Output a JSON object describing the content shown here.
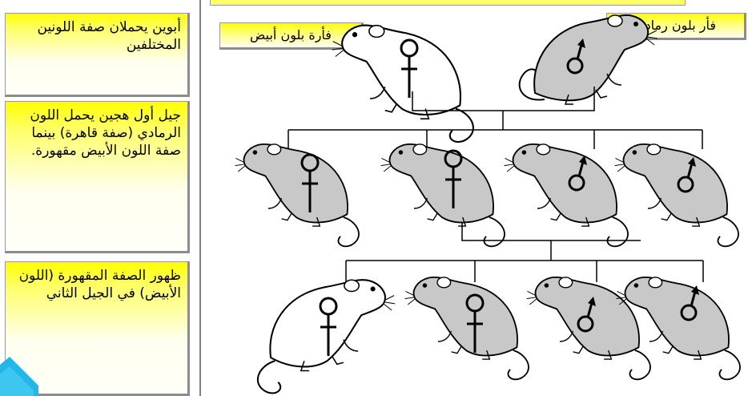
{
  "notes": [
    {
      "text": "أبوين يحملان صفة اللونين المختلفين"
    },
    {
      "text": "جيل أول هجين يحمل اللون الرمادي (صفة قاهرة)  بينما صفة اللون الأبيض مقهورة."
    },
    {
      "text": "ظهور الصفة المقهورة (اللون الأبيض) في الجيل الثاني"
    }
  ],
  "parents": {
    "female_label": "فأرة بلون أبيض",
    "male_label": "فأر بلون رمادي"
  },
  "colors": {
    "highlight_yellow": "#ffff00",
    "gray_mouse": "#c8c8c8",
    "white_mouse": "#ffffff",
    "corner_accent": "#22b7e8"
  },
  "generations": {
    "parents": [
      {
        "color": "white",
        "sex": "female-symbol"
      },
      {
        "color": "gray",
        "sex": "male-symbol"
      }
    ],
    "f1": [
      {
        "color": "gray",
        "sex": "female-symbol"
      },
      {
        "color": "gray",
        "sex": "female-symbol"
      },
      {
        "color": "gray",
        "sex": "male-symbol"
      },
      {
        "color": "gray",
        "sex": "male-symbol"
      }
    ],
    "f2": [
      {
        "color": "white",
        "sex": "female-symbol"
      },
      {
        "color": "gray",
        "sex": "female-symbol"
      },
      {
        "color": "gray",
        "sex": "male-symbol"
      },
      {
        "color": "gray",
        "sex": "male-symbol"
      }
    ]
  }
}
